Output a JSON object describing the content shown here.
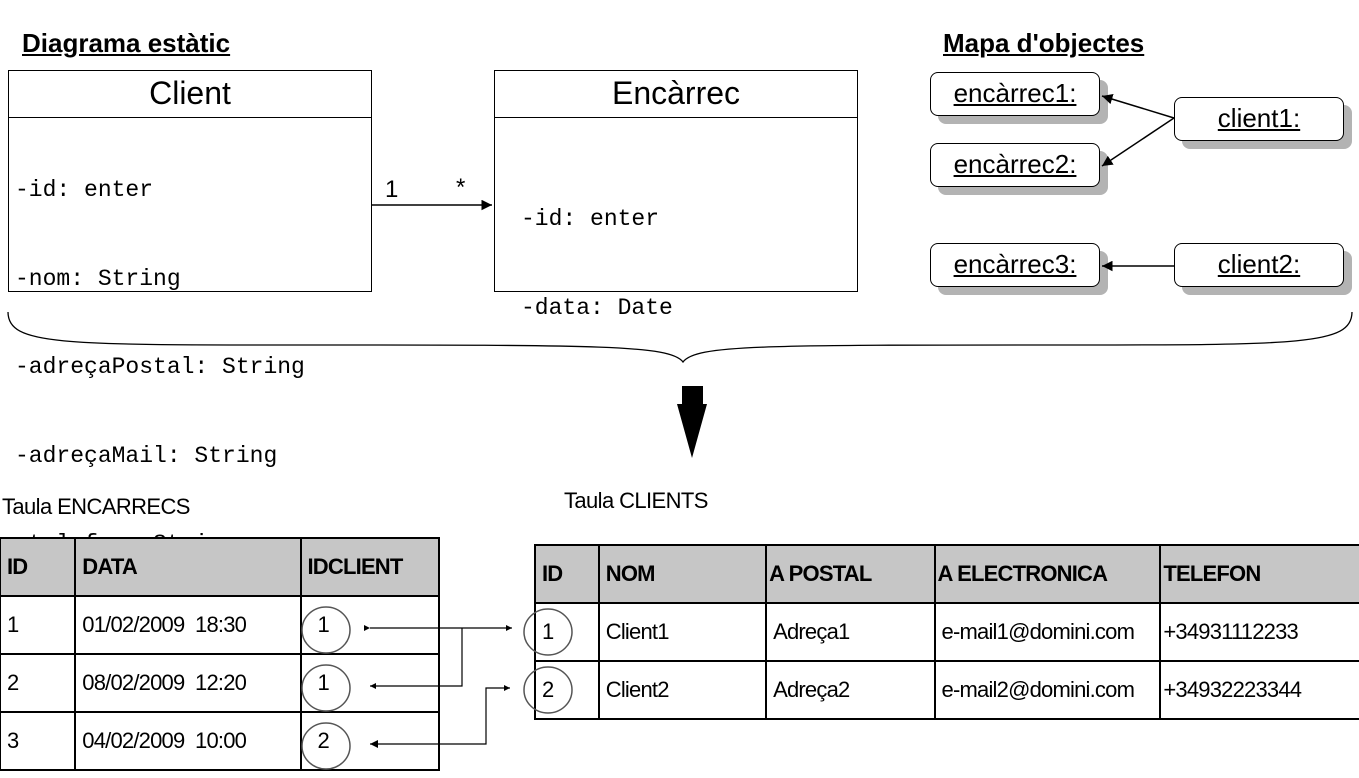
{
  "static_diagram": {
    "heading": "Diagrama estàtic",
    "class_client": {
      "name": "Client",
      "attributes": [
        "-id: enter",
        "-nom: String",
        "-adreçaPostal: String",
        "-adreçaMail: String",
        "-telefon: String"
      ]
    },
    "class_encarrec": {
      "name": "Encàrrec",
      "attributes": [
        "-id: enter",
        "-data: Date"
      ]
    },
    "association": {
      "source_multiplicity": "1",
      "target_multiplicity": "*"
    }
  },
  "object_map": {
    "heading": "Mapa d'objectes",
    "objects": {
      "encarrec1": "encàrrec1:",
      "encarrec2": "encàrrec2:",
      "encarrec3": "encàrrec3:",
      "client1": "client1:",
      "client2": "client2:"
    }
  },
  "table_encarrecs": {
    "caption": "Taula ENCARRECS",
    "columns": [
      "ID",
      "DATA",
      "IDCLIENT"
    ],
    "rows": [
      [
        "1",
        "01/02/2009  18:30",
        "1"
      ],
      [
        "2",
        "08/02/2009  12:20",
        "1"
      ],
      [
        "3",
        "04/02/2009  10:00",
        "2"
      ]
    ]
  },
  "table_clients": {
    "caption": "Taula CLIENTS",
    "columns": [
      "ID",
      "NOM",
      "A POSTAL",
      "A ELECTRONICA",
      "TELEFON"
    ],
    "rows": [
      [
        "1",
        "Client1",
        "Adreça1",
        "e-mail1@domini.com",
        "+34931112233"
      ],
      [
        "2",
        "Client2",
        "Adreça2",
        "e-mail2@domini.com",
        "+34932223344"
      ]
    ]
  }
}
